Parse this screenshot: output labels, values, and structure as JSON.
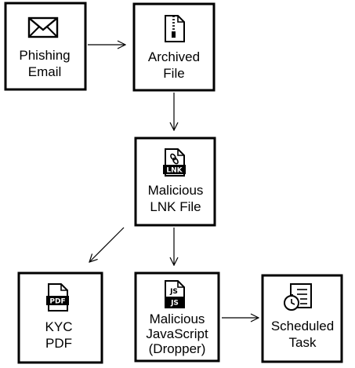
{
  "nodes": {
    "phishing_email": {
      "line1": "Phishing",
      "line2": "Email",
      "icon": "envelope-icon"
    },
    "archived_file": {
      "line1": "Archived",
      "line2": "File",
      "icon": "zip-file-icon"
    },
    "lnk_file": {
      "line1": "Malicious",
      "line2": "LNK File",
      "icon": "lnk-file-icon",
      "badge": "LNK"
    },
    "kyc_pdf": {
      "line1": "KYC",
      "line2": "PDF",
      "icon": "pdf-file-icon",
      "badge": "PDF"
    },
    "js_dropper": {
      "line1": "Malicious",
      "line2": "JavaScript",
      "line3": "(Dropper)",
      "icon": "js-file-icon",
      "badge_top": "JS",
      "badge_bottom": "JS"
    },
    "scheduled_task": {
      "line1": "Scheduled",
      "line2": "Task",
      "icon": "scheduled-task-icon"
    }
  },
  "edges": [
    {
      "from": "phishing_email",
      "to": "archived_file"
    },
    {
      "from": "archived_file",
      "to": "lnk_file"
    },
    {
      "from": "lnk_file",
      "to": "kyc_pdf"
    },
    {
      "from": "lnk_file",
      "to": "js_dropper"
    },
    {
      "from": "js_dropper",
      "to": "scheduled_task"
    }
  ]
}
